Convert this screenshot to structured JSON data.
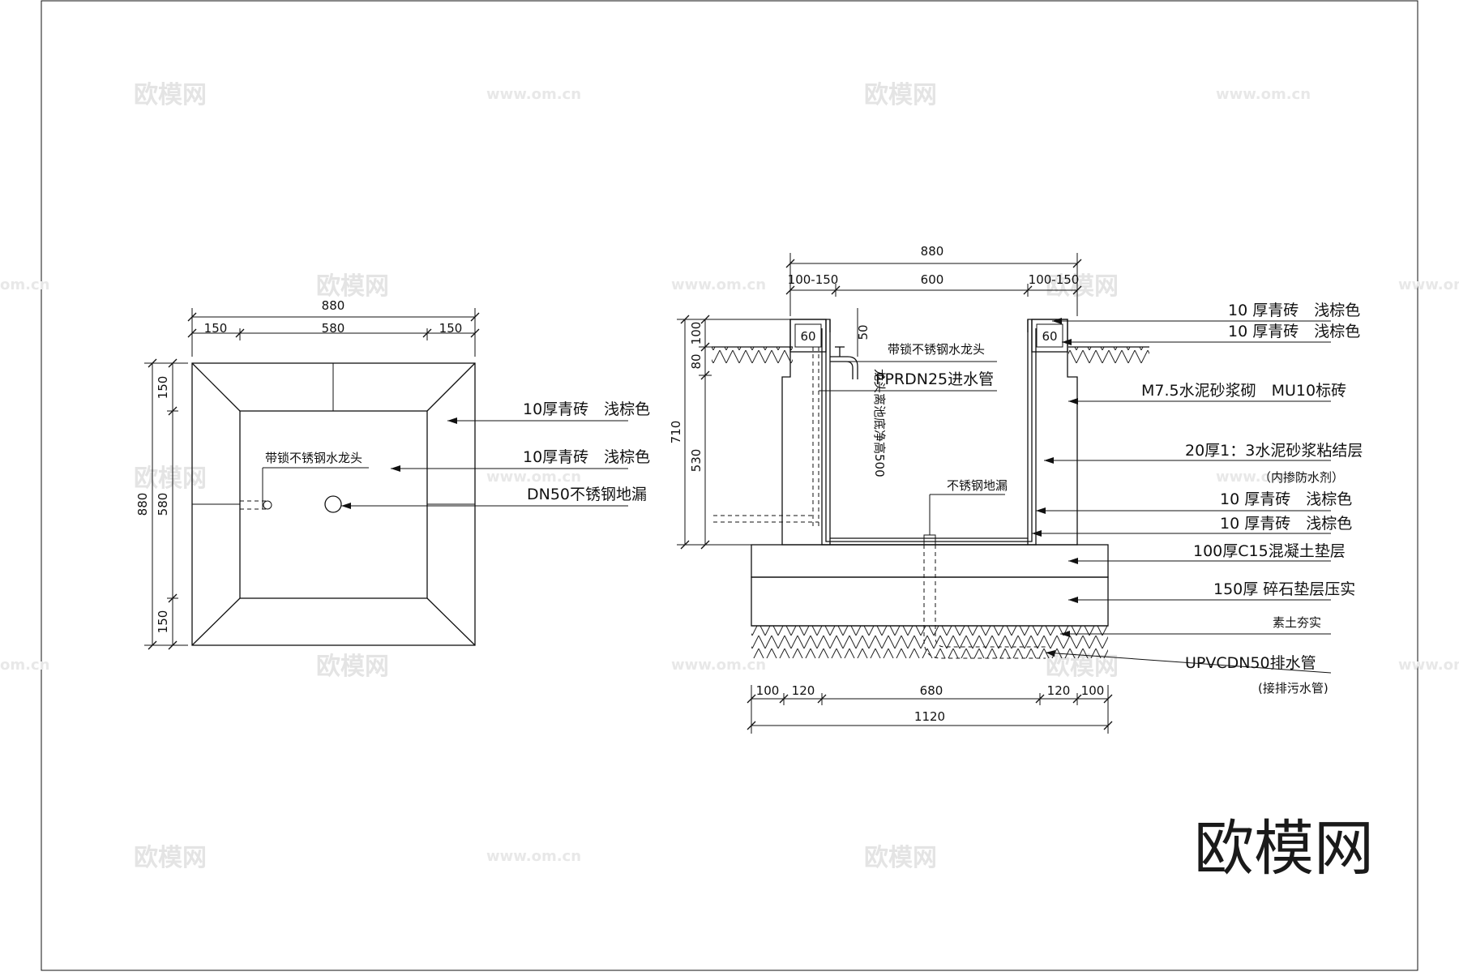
{
  "watermarks": {
    "brand": "欧模网",
    "url": "www.om.cn",
    "url_edge": "om.cn"
  },
  "plan_view": {
    "dims": {
      "top_total": "880",
      "top_left": "150",
      "top_mid": "580",
      "top_right": "150",
      "side_total": "880",
      "side_top": "150",
      "side_mid": "580",
      "side_bottom": "150"
    },
    "labels": {
      "coping": "10厚青砖　浅棕色",
      "floor": "10厚青砖　浅棕色",
      "drain": "DN50不锈钢地漏",
      "faucet": "带锁不锈钢水龙头"
    }
  },
  "section_view": {
    "dims": {
      "top_total": "880",
      "top_left": "100-150",
      "top_mid": "600",
      "top_right": "100-150",
      "left_total": "710",
      "left_100": "100",
      "left_80": "80",
      "left_530": "530",
      "cap_left": "60",
      "cap_right": "60",
      "faucet_50": "50",
      "bot_a": "100",
      "bot_b": "120",
      "bot_c": "680",
      "bot_d": "120",
      "bot_e": "100",
      "bot_total": "1120"
    },
    "inner_labels": {
      "faucet": "带锁不锈钢水龙头",
      "pipe": "PPRDN25进水管",
      "drain": "不锈钢地漏",
      "note": "龙头离池底净高500"
    },
    "callouts": [
      "10 厚青砖　浅棕色",
      "10 厚青砖　浅棕色",
      "M7.5水泥砂浆砌　MU10标砖",
      "20厚1：3水泥砂浆粘结层",
      "（内掺防水剂）",
      "10 厚青砖　浅棕色",
      "10 厚青砖　浅棕色",
      "100厚C15混凝土垫层",
      "150厚 碎石垫层压实",
      "素土夯实",
      "UPVCDN50排水管",
      "(接排污水管)"
    ]
  },
  "big_watermark": "欧模网"
}
